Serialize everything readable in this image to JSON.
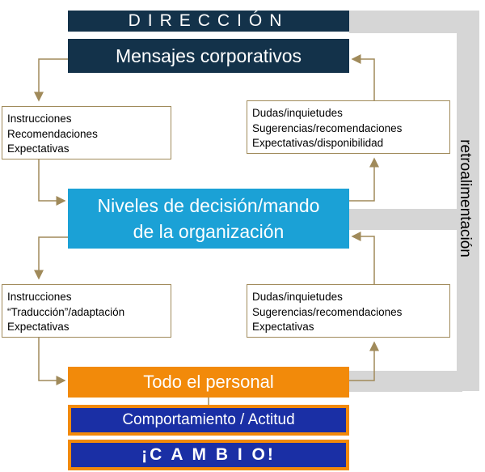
{
  "header": {
    "direccion": "DIRECCIÓN",
    "mensajes": "Mensajes corporativos"
  },
  "middle": {
    "line1": "Niveles de decisión/mando",
    "line2": "de la organización"
  },
  "notes": {
    "top_left": [
      "Instrucciones",
      "Recomendaciones",
      "Expectativas"
    ],
    "top_right": [
      "Dudas/inquietudes",
      "Sugerencias/recomendaciones",
      "Expectativas/disponibilidad"
    ],
    "bottom_left": [
      "Instrucciones",
      "“Traducción”/adaptación",
      "Expectativas"
    ],
    "bottom_right": [
      "Dudas/inquietudes",
      "Sugerencias/recomendaciones",
      "Expectativas"
    ]
  },
  "personal": "Todo el personal",
  "comportamiento": "Comportamiento / Actitud",
  "cambio": "¡C A M B I O!",
  "feedback_label": "retroalimentación",
  "colors": {
    "navy": "#13324a",
    "cyan": "#1ba1d6",
    "orange": "#f28a0a",
    "blue": "#1a2fa5",
    "arrow": "#a08a5a",
    "feedback": "#d6d6d6"
  }
}
